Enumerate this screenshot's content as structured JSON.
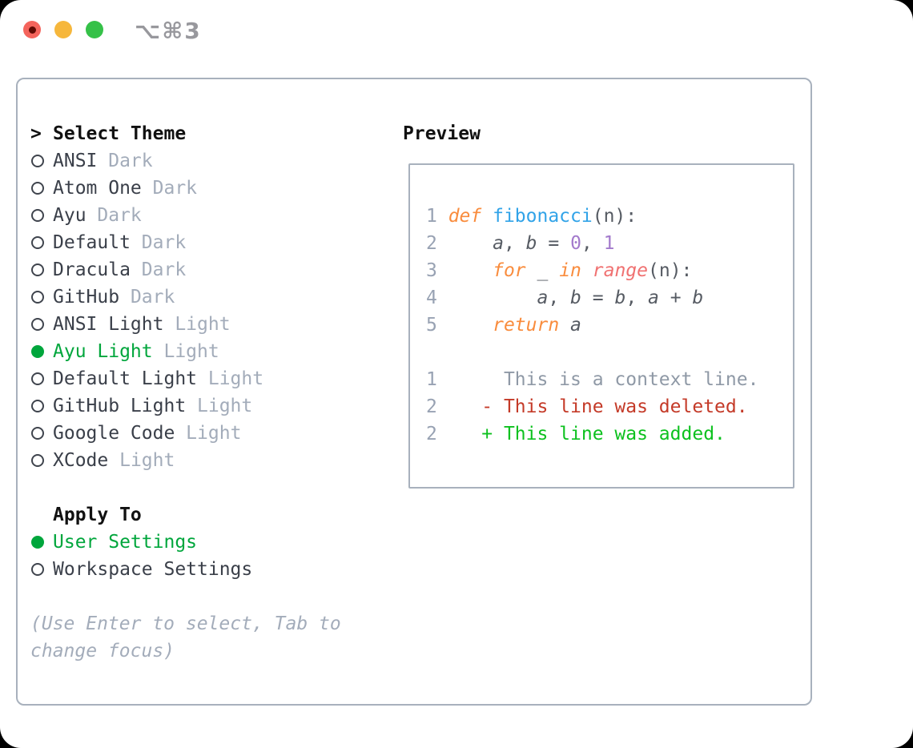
{
  "colors": {
    "green": "#00a63c",
    "muted": "#a3acba",
    "text": "#3a3f49",
    "black": "#111111",
    "border": "#a8b1bd",
    "title-gray": "#98989d",
    "traffic-red": "#f4645c",
    "traffic-red-dot": "#600a03",
    "traffic-yellow": "#f6b73c",
    "traffic-green": "#35c148",
    "ln": "#98a2b3",
    "kw": "#f98c3d",
    "fn": "#31a3e8",
    "num": "#a37acc",
    "call": "#f07171",
    "pln": "#565b63",
    "ctx": "#8f99a6",
    "del": "#c43a28",
    "add": "#0dc11f"
  },
  "window": {
    "title": "⌥⌘3"
  },
  "theme_panel": {
    "header_prefix": ">",
    "header": "Select Theme",
    "items": [
      {
        "name": "ANSI",
        "variant": "Dark",
        "selected": false
      },
      {
        "name": "Atom One",
        "variant": "Dark",
        "selected": false
      },
      {
        "name": "Ayu",
        "variant": "Dark",
        "selected": false
      },
      {
        "name": "Default",
        "variant": "Dark",
        "selected": false
      },
      {
        "name": "Dracula",
        "variant": "Dark",
        "selected": false
      },
      {
        "name": "GitHub",
        "variant": "Dark",
        "selected": false
      },
      {
        "name": "ANSI Light",
        "variant": "Light",
        "selected": false
      },
      {
        "name": "Ayu Light",
        "variant": "Light",
        "selected": true
      },
      {
        "name": "Default Light",
        "variant": "Light",
        "selected": false
      },
      {
        "name": "GitHub Light",
        "variant": "Light",
        "selected": false
      },
      {
        "name": "Google Code",
        "variant": "Light",
        "selected": false
      },
      {
        "name": "XCode",
        "variant": "Light",
        "selected": false
      }
    ],
    "apply_header": "Apply To",
    "apply_options": [
      {
        "label": "User Settings",
        "selected": true
      },
      {
        "label": "Workspace Settings",
        "selected": false
      }
    ],
    "hint_line1": "(Use Enter to select, Tab to",
    "hint_line2": "change focus)"
  },
  "preview": {
    "title": "Preview",
    "lines": [
      [
        {
          "t": "1 ",
          "c": "ln"
        },
        {
          "t": "def ",
          "c": "kw"
        },
        {
          "t": "fibonacci",
          "c": "fn"
        },
        {
          "t": "(n):",
          "c": "pln"
        }
      ],
      [
        {
          "t": "2     ",
          "c": "ln"
        },
        {
          "t": "a",
          "c": "var"
        },
        {
          "t": ", ",
          "c": "pln"
        },
        {
          "t": "b",
          "c": "var"
        },
        {
          "t": " = ",
          "c": "pln"
        },
        {
          "t": "0",
          "c": "num"
        },
        {
          "t": ", ",
          "c": "pln"
        },
        {
          "t": "1",
          "c": "num"
        }
      ],
      [
        {
          "t": "3     ",
          "c": "ln"
        },
        {
          "t": "for",
          "c": "kw"
        },
        {
          "t": " _ ",
          "c": "pln"
        },
        {
          "t": "in",
          "c": "kw"
        },
        {
          "t": " ",
          "c": "pln"
        },
        {
          "t": "range",
          "c": "call"
        },
        {
          "t": "(n):",
          "c": "pln"
        }
      ],
      [
        {
          "t": "4         ",
          "c": "ln"
        },
        {
          "t": "a",
          "c": "var"
        },
        {
          "t": ", ",
          "c": "pln"
        },
        {
          "t": "b",
          "c": "var"
        },
        {
          "t": " = ",
          "c": "pln"
        },
        {
          "t": "b",
          "c": "var"
        },
        {
          "t": ", ",
          "c": "pln"
        },
        {
          "t": "a",
          "c": "var"
        },
        {
          "t": " + ",
          "c": "pln"
        },
        {
          "t": "b",
          "c": "var"
        }
      ],
      [
        {
          "t": "5     ",
          "c": "ln"
        },
        {
          "t": "return",
          "c": "kw"
        },
        {
          "t": " ",
          "c": "pln"
        },
        {
          "t": "a",
          "c": "var"
        }
      ],
      [],
      [
        {
          "t": "1      ",
          "c": "ln"
        },
        {
          "t": "This is a context line.",
          "c": "ctx"
        }
      ],
      [
        {
          "t": "2    ",
          "c": "ln"
        },
        {
          "t": "- This line was deleted.",
          "c": "del"
        }
      ],
      [
        {
          "t": "2    ",
          "c": "ln"
        },
        {
          "t": "+ This line was added.",
          "c": "add"
        }
      ]
    ]
  }
}
